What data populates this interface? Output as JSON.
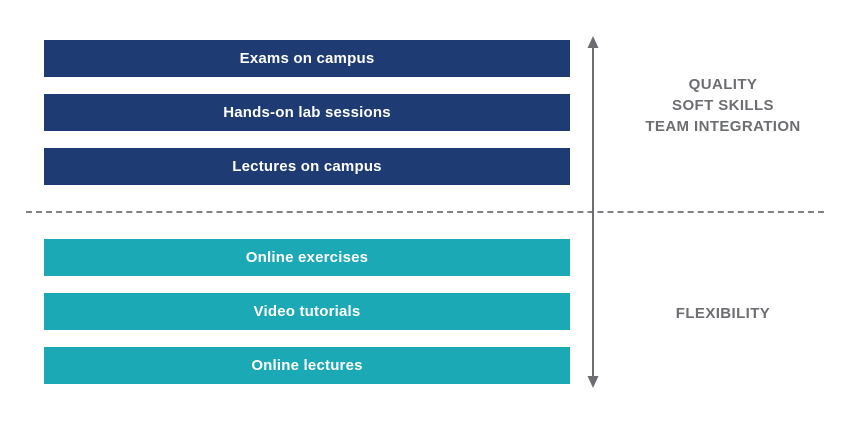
{
  "colors": {
    "navy": "#1e3c73",
    "teal": "#1ba9b5",
    "gray": "#808285",
    "gray_text": "#6d6e71"
  },
  "top_section": {
    "bars": [
      "Exams on campus",
      "Hands-on lab sessions",
      "Lectures on campus"
    ],
    "label_lines": [
      "QUALITY",
      "SOFT SKILLS",
      "TEAM INTEGRATION"
    ]
  },
  "bottom_section": {
    "bars": [
      "Online exercises",
      "Video tutorials",
      "Online lectures"
    ],
    "label": "FLEXIBILITY"
  }
}
